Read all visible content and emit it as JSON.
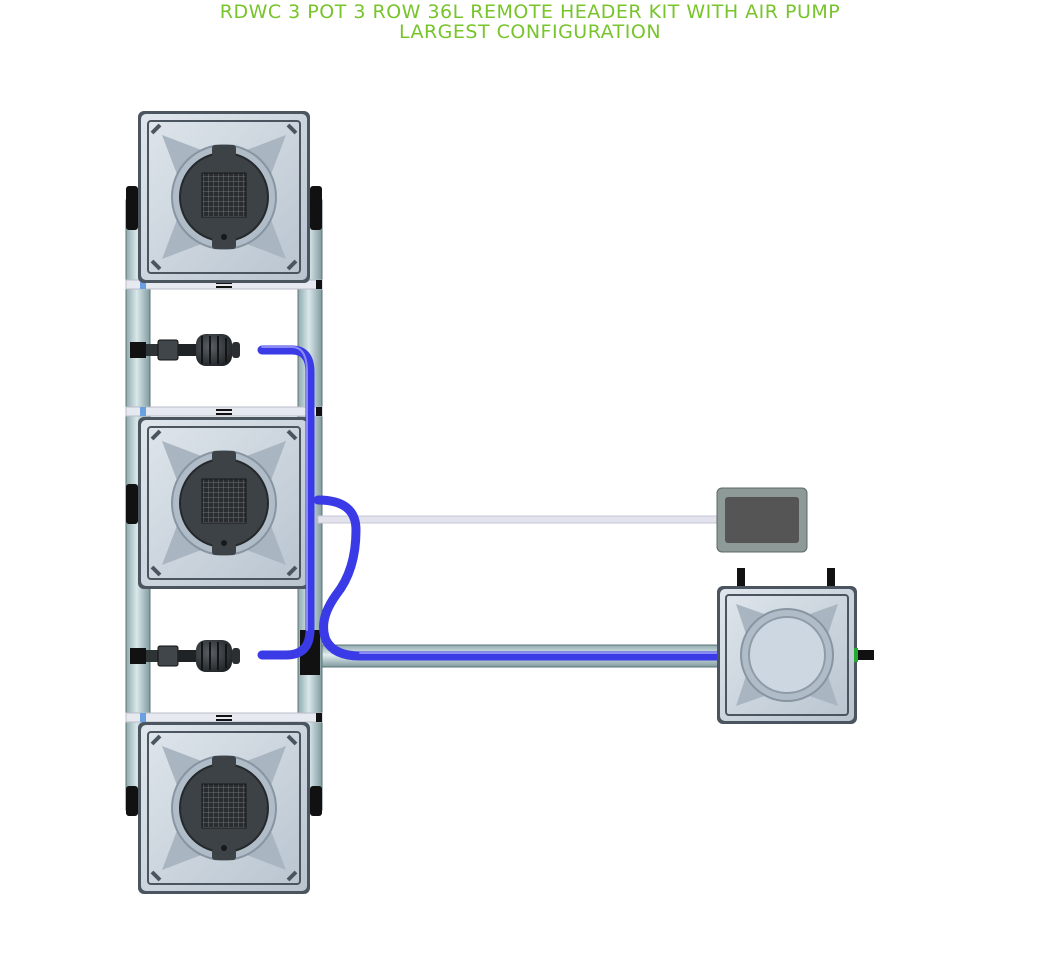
{
  "header": {
    "title_line1": "RDWC 3 POT 3 ROW 36L REMOTE HEADER KIT WITH AIR PUMP",
    "title_line2": "LARGEST CONFIGURATION"
  },
  "colors": {
    "title": "#77c42b",
    "pot_body": "#c9d3dd",
    "pot_edge": "#4a5560",
    "pot_lid": "#3c4246",
    "pipe_glass": "#b4cbcf",
    "blue_hose": "#3a3ae6",
    "air_line": "#e3e3ee",
    "pump_screen": "#555555",
    "pump_frame": "#8e9a97",
    "fitting_black": "#111111",
    "valve_green": "#22aa33"
  },
  "components": [
    {
      "name": "grow-pot",
      "count": 3
    },
    {
      "name": "remote-header-reservoir",
      "count": 1
    },
    {
      "name": "air-pump",
      "count": 1
    },
    {
      "name": "water-pump",
      "count": 2
    }
  ]
}
